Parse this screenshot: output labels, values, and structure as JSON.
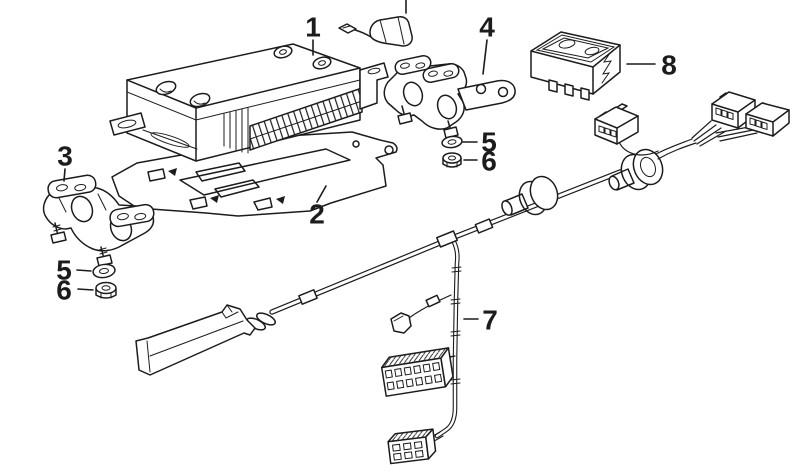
{
  "colors": {
    "background": "#ffffff",
    "line": "#1c1c1c"
  },
  "callouts": {
    "part1": {
      "text": "1"
    },
    "part2": {
      "text": "2"
    },
    "part3": {
      "text": "3"
    },
    "part4": {
      "text": "4"
    },
    "part5_top": {
      "text": "5"
    },
    "part6_top": {
      "text": "6"
    },
    "part5_left": {
      "text": "5"
    },
    "part6_left": {
      "text": "6"
    },
    "part7": {
      "text": "7"
    },
    "part8": {
      "text": "8"
    }
  }
}
